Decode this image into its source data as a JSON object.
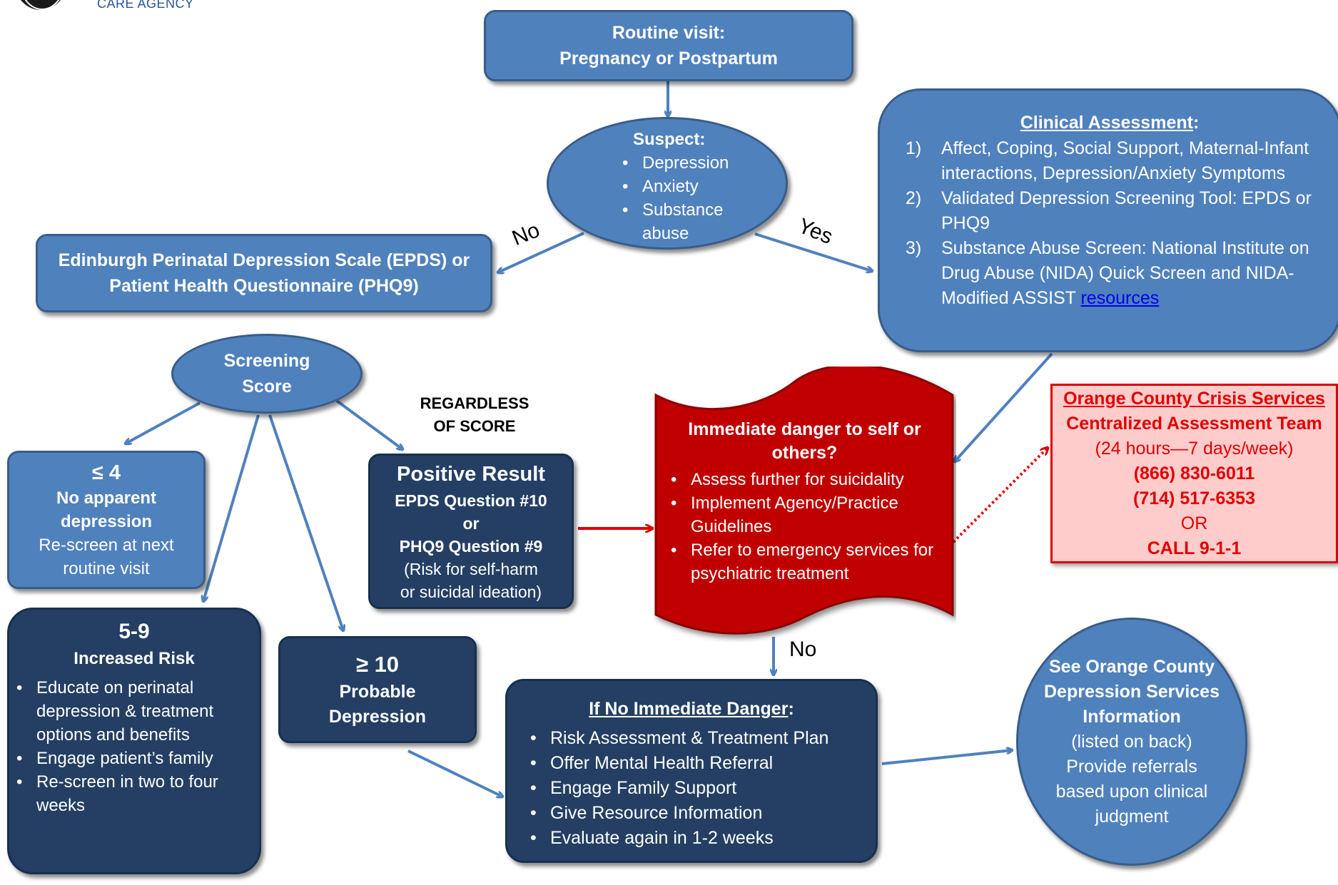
{
  "header": {
    "agency_fragment": "CARE AGENCY"
  },
  "routine": {
    "line1": "Routine visit:",
    "line2": "Pregnancy or Postpartum"
  },
  "suspect": {
    "title": "Suspect:",
    "items": [
      "Depression",
      "Anxiety",
      "Substance abuse"
    ]
  },
  "labels": {
    "no": "No",
    "yes": "Yes",
    "no2": "No",
    "regardless_1": "REGARDLESS",
    "regardless_2": "OF SCORE"
  },
  "epds": {
    "line1": "Edinburgh Perinatal Depression Scale (EPDS) or",
    "line2": "Patient Health Questionnaire (PHQ9)"
  },
  "clinical": {
    "title": "Clinical Assessment",
    "title_suffix": ":",
    "items": [
      {
        "num": "1)",
        "text": "Affect, Coping, Social Support,  Maternal-Infant interactions, Depression/Anxiety Symptoms"
      },
      {
        "num": "2)",
        "text": "Validated Depression Screening Tool:  EPDS or PHQ9"
      },
      {
        "num": "3)",
        "text": "Substance Abuse Screen:  National Institute on Drug Abuse (NIDA) Quick Screen and NIDA-Modified ASSIST "
      }
    ],
    "link": "resources"
  },
  "screening": {
    "line1": "Screening",
    "line2": "Score"
  },
  "low": {
    "score": "≤ 4",
    "line1": "No apparent",
    "line2": "depression",
    "line3": "Re-screen at next",
    "line4": "routine visit"
  },
  "positive": {
    "title": "Positive Result",
    "line1": "EPDS Question #10",
    "line2": "or",
    "line3": "PHQ9 Question #9",
    "line4": "(Risk for self-harm",
    "line5": "or suicidal ideation)"
  },
  "danger": {
    "title": "Immediate danger to self or others?",
    "items": [
      "Assess further for suicidality",
      "Implement Agency/Practice Guidelines",
      "Refer to emergency services for psychiatric treatment"
    ]
  },
  "crisis": {
    "title": "Orange County Crisis Services",
    "subtitle": "Centralized Assessment Team",
    "hours": "(24 hours—7 days/week)",
    "phone1": "(866) 830-6011",
    "phone2": "(714) 517-6353",
    "or": "OR",
    "call": "CALL 9-1-1"
  },
  "mid_risk": {
    "score": "5-9",
    "title": "Increased Risk",
    "items": [
      "Educate on perinatal depression & treatment options and benefits",
      "Engage patient’s family",
      "Re-screen in two to four weeks"
    ]
  },
  "high": {
    "score": "≥ 10",
    "line1": "Probable",
    "line2": "Depression"
  },
  "no_danger": {
    "title": "If No Immediate Danger",
    "title_suffix": ":",
    "items": [
      "Risk Assessment & Treatment Plan",
      "Offer Mental Health Referral",
      "Engage Family Support",
      "Give Resource Information",
      "Evaluate again in 1-2 weeks"
    ]
  },
  "see_oc": {
    "line1": "See Orange County",
    "line2": "Depression Services",
    "line3": "Information",
    "line4": "(listed on back)",
    "line5": "Provide referrals",
    "line6": "based upon clinical",
    "line7": "judgment"
  },
  "colors": {
    "box": "#4f81bd",
    "dark": "#243f63",
    "danger": "#c00000",
    "crisis_bg": "#ffcccc",
    "crisis_text": "#e00000",
    "arrow": "#4f81bd"
  }
}
